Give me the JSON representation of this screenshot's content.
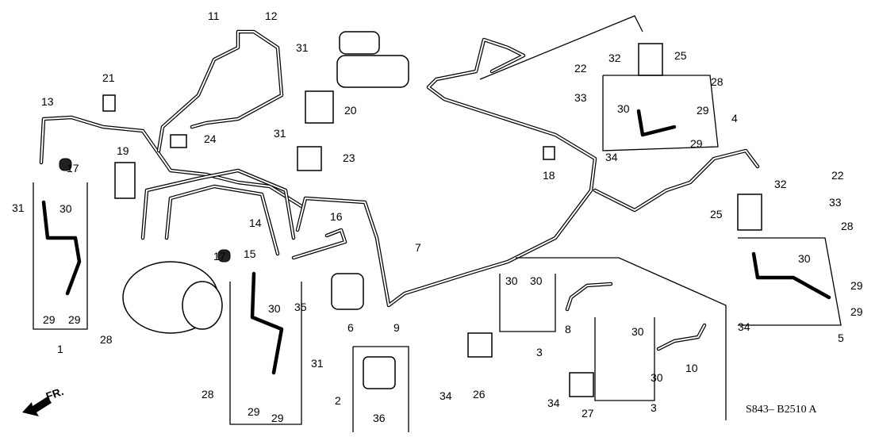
{
  "diagram": {
    "callouts": [
      "11",
      "12",
      "31",
      "21",
      "13",
      "20",
      "24",
      "31",
      "23",
      "17",
      "19",
      "30",
      "31",
      "14",
      "16",
      "17",
      "15",
      "7",
      "29",
      "29",
      "1",
      "28",
      "35",
      "30",
      "6",
      "9",
      "31",
      "2",
      "28",
      "29",
      "29",
      "36",
      "34",
      "26",
      "3",
      "30",
      "30",
      "8",
      "10",
      "30",
      "30",
      "3",
      "34",
      "27",
      "18",
      "32",
      "25",
      "22",
      "33",
      "28",
      "30",
      "29",
      "4",
      "29",
      "34",
      "22",
      "32",
      "33",
      "25",
      "28",
      "30",
      "29",
      "29",
      "34",
      "5"
    ],
    "diagram_code": "S843– B2510 A",
    "front_indicator": "FR.",
    "colors": {
      "ink": "#000000",
      "background": "#ffffff"
    }
  }
}
